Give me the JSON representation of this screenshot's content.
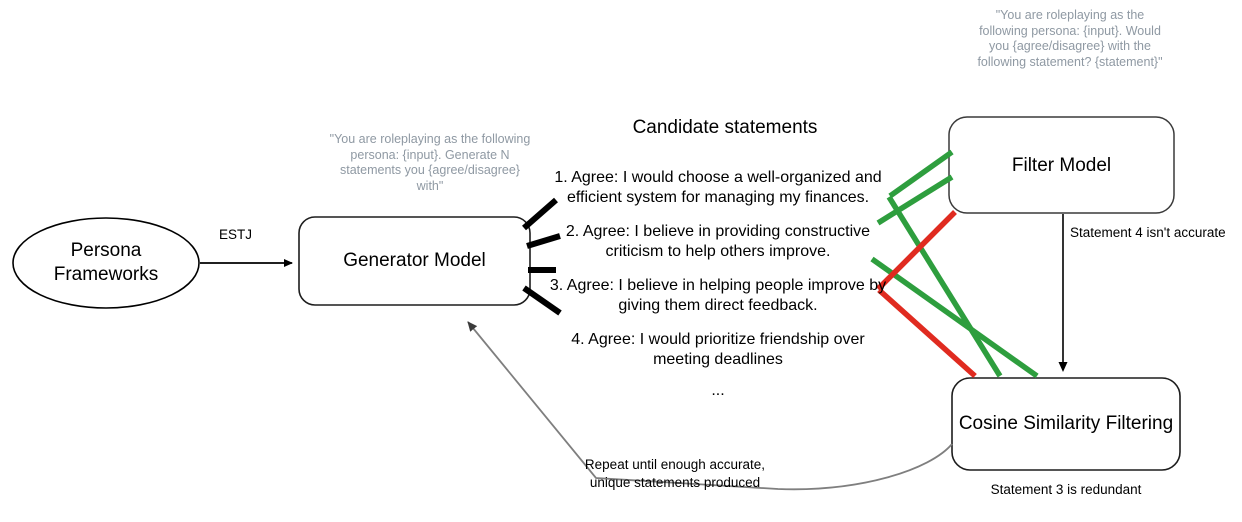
{
  "diagram": {
    "title_candidate_statements": "Candidate statements",
    "nodes": {
      "persona": "Persona\nFrameworks",
      "generator": "Generator Model",
      "filter": "Filter Model",
      "cosine": "Cosine Similarity Filtering"
    },
    "prompts": {
      "generator_prompt": "\"You are roleplaying as the\nfollowing persona: {input}.\nGenerate N statements\nyou {agree/disagree} with\"",
      "filter_prompt": "\"You are roleplaying as the\nfollowing persona: {input}.\nWould you\n{agree/disagree} with the\nfollowing statement?\n{statement}\""
    },
    "edges": {
      "persona_to_generator": "ESTJ",
      "filter_to_cosine": "Statement 4 isn't accurate",
      "cosine_note": "Statement 3 is redundant",
      "feedback_loop": "Repeat until enough\naccurate, unique statements\nproduced"
    },
    "statements": [
      "1. Agree: I would choose a well-organized and\nefficient system for managing my finances.",
      "2. Agree: I believe in providing constructive\ncriticism to help others improve.",
      "3. Agree: I believe in helping people improve by\ngiving them direct feedback.",
      "4. Agree: I would prioritize friendship over\nmeeting deadlines"
    ],
    "ellipsis": "...",
    "colors": {
      "accepted_line": "#2E9E3E",
      "rejected_line": "#E02B20",
      "stroke": "#2b2b2b",
      "muted_text": "#8f99a3",
      "loop_line": "#7f7f7f"
    }
  }
}
